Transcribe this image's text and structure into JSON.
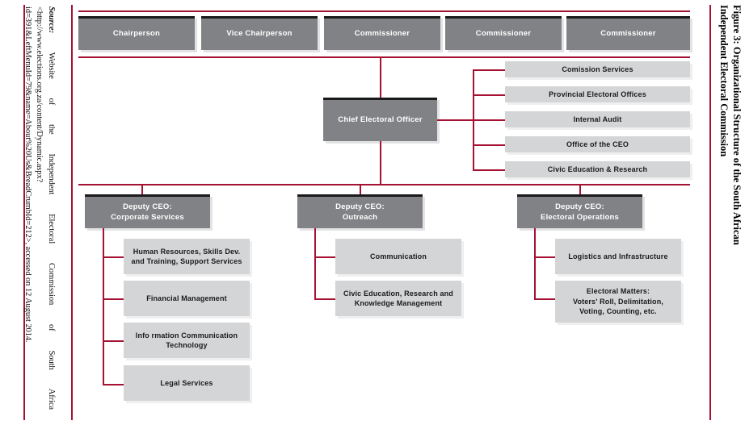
{
  "figure": {
    "title": "Figure 3: Organizational Structure of the South African Independent Electoral Commission",
    "source_label": "Source:",
    "source_text": " Website of the Independent Electoral Commission of South Africa <http://www.elections.org.za/content/Dynamic.aspx?id=391&LeftMenuId=79&name=About%20Us&BreadCrumbId=212>, accessed on 12 August 2014."
  },
  "colors": {
    "rule": "#A51133",
    "box_dark_fill": "#808285",
    "box_dark_text": "#FFFFFF",
    "box_light_fill": "#D4D5D7",
    "box_light_text": "#1A1A1A",
    "box_top_border": "#1A1A1A"
  },
  "chart_data": {
    "type": "diagram",
    "title": "Figure 3: Organizational Structure of the South African Independent Electoral Commission",
    "nodes": [
      {
        "id": "chairperson",
        "label": "Chairperson",
        "level": 1,
        "style": "dark"
      },
      {
        "id": "vice-chairperson",
        "label": "Vice Chairperson",
        "level": 1,
        "style": "dark"
      },
      {
        "id": "commissioner-1",
        "label": "Commissioner",
        "level": 1,
        "style": "dark"
      },
      {
        "id": "commissioner-2",
        "label": "Commissioner",
        "level": 1,
        "style": "dark"
      },
      {
        "id": "commissioner-3",
        "label": "Commissioner",
        "level": 1,
        "style": "dark"
      },
      {
        "id": "ceo",
        "label": "Chief Electoral Officer",
        "level": 2,
        "style": "dark"
      },
      {
        "id": "comission-services",
        "label": "Comission Services",
        "level": 3,
        "style": "light"
      },
      {
        "id": "provincial-electoral-offices",
        "label": "Provincial Electoral Offices",
        "level": 3,
        "style": "light"
      },
      {
        "id": "internal-audit",
        "label": "Internal Audit",
        "level": 3,
        "style": "light"
      },
      {
        "id": "office-of-the-ceo",
        "label": "Office of the CEO",
        "level": 3,
        "style": "light"
      },
      {
        "id": "civic-education-research",
        "label": "Civic Education & Research",
        "level": 3,
        "style": "light"
      },
      {
        "id": "dceo-corporate",
        "label": "Deputy CEO:\nCorporate Services",
        "level": 4,
        "style": "dark"
      },
      {
        "id": "dceo-outreach",
        "label": "Deputy CEO:\nOutreach",
        "level": 4,
        "style": "dark"
      },
      {
        "id": "dceo-electoral",
        "label": "Deputy CEO:\nElectoral Operations",
        "level": 4,
        "style": "dark"
      },
      {
        "id": "human-resources",
        "label": "Human Resources, Skills Dev.\nand Training, Support Services",
        "level": 5,
        "style": "light"
      },
      {
        "id": "financial-management",
        "label": "Financial Management",
        "level": 5,
        "style": "light"
      },
      {
        "id": "ict",
        "label": "Info rmation Communication\nTechnology",
        "level": 5,
        "style": "light"
      },
      {
        "id": "legal-services",
        "label": "Legal Services",
        "level": 5,
        "style": "light"
      },
      {
        "id": "communication",
        "label": "Communication",
        "level": 5,
        "style": "light"
      },
      {
        "id": "civic-education-knowledge",
        "label": "Civic Education, Research and\nKnowledge Management",
        "level": 5,
        "style": "light"
      },
      {
        "id": "logistics",
        "label": "Logistics and Infrastructure",
        "level": 5,
        "style": "light"
      },
      {
        "id": "electoral-matters",
        "label": "Electoral Matters:\nVoters' Roll, Delimitation,\nVoting, Counting, etc.",
        "level": 5,
        "style": "light"
      }
    ],
    "edges": [
      {
        "from": "commission-bar",
        "to": "ceo"
      },
      {
        "from": "ceo",
        "to": "comission-services"
      },
      {
        "from": "ceo",
        "to": "provincial-electoral-offices"
      },
      {
        "from": "ceo",
        "to": "internal-audit"
      },
      {
        "from": "ceo",
        "to": "office-of-the-ceo"
      },
      {
        "from": "ceo",
        "to": "civic-education-research"
      },
      {
        "from": "ceo",
        "to": "dceo-corporate"
      },
      {
        "from": "ceo",
        "to": "dceo-outreach"
      },
      {
        "from": "ceo",
        "to": "dceo-electoral"
      },
      {
        "from": "dceo-corporate",
        "to": "human-resources"
      },
      {
        "from": "dceo-corporate",
        "to": "financial-management"
      },
      {
        "from": "dceo-corporate",
        "to": "ict"
      },
      {
        "from": "dceo-corporate",
        "to": "legal-services"
      },
      {
        "from": "dceo-outreach",
        "to": "communication"
      },
      {
        "from": "dceo-outreach",
        "to": "civic-education-knowledge"
      },
      {
        "from": "dceo-electoral",
        "to": "logistics"
      },
      {
        "from": "dceo-electoral",
        "to": "electoral-matters"
      }
    ]
  },
  "boxes": {
    "top_row": [
      {
        "label": "Chairperson"
      },
      {
        "label": "Vice Chairperson"
      },
      {
        "label": "Commissioner"
      },
      {
        "label": "Commissioner"
      },
      {
        "label": "Commissioner"
      }
    ],
    "ceo": {
      "label": "Chief Electoral Officer"
    },
    "ceo_units": [
      {
        "label": "Comission Services"
      },
      {
        "label": "Provincial Electoral Offices"
      },
      {
        "label": "Internal Audit"
      },
      {
        "label": "Office of the CEO"
      },
      {
        "label": "Civic Education & Research"
      }
    ],
    "deputies": [
      {
        "label": "Deputy CEO:\nCorporate Services"
      },
      {
        "label": "Deputy CEO:\nOutreach"
      },
      {
        "label": "Deputy CEO:\nElectoral Operations"
      }
    ],
    "corporate_units": [
      {
        "label": "Human Resources, Skills Dev.\nand Training, Support Services"
      },
      {
        "label": "Financial Management"
      },
      {
        "label": "Info rmation Communication\nTechnology"
      },
      {
        "label": "Legal Services"
      }
    ],
    "outreach_units": [
      {
        "label": "Communication"
      },
      {
        "label": "Civic Education, Research and\nKnowledge Management"
      }
    ],
    "electoral_units": [
      {
        "label": "Logistics and Infrastructure"
      },
      {
        "label": "Electoral Matters:\nVoters' Roll, Delimitation,\nVoting, Counting, etc."
      }
    ]
  }
}
